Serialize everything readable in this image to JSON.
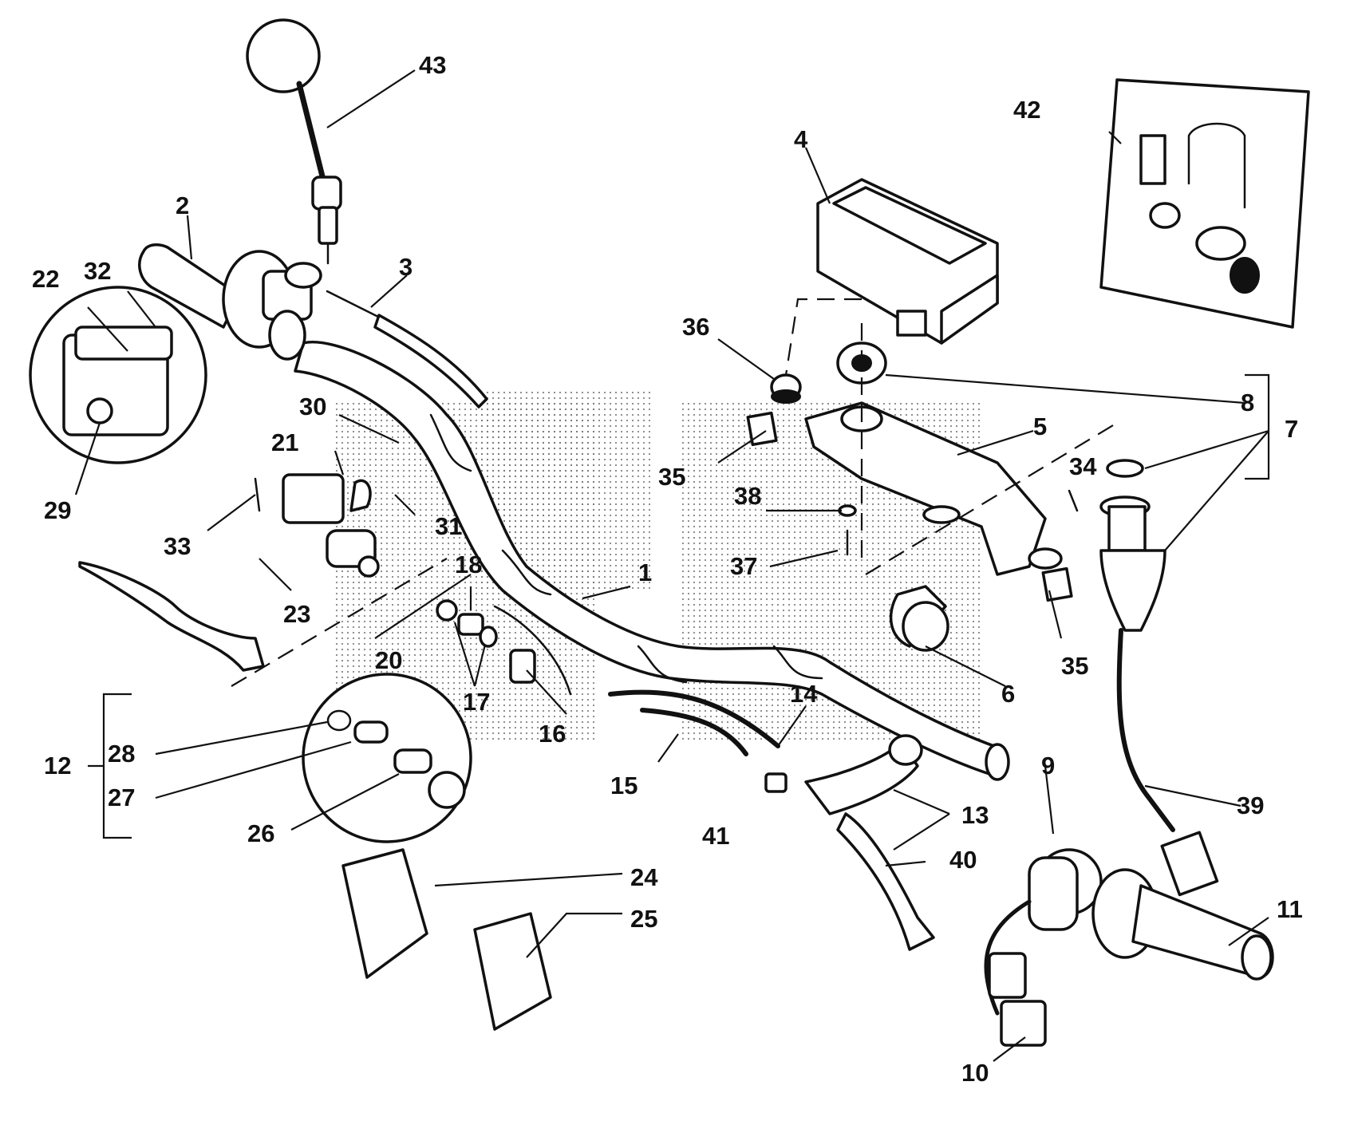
{
  "labels": {
    "l1": "1",
    "l2": "2",
    "l3": "3",
    "l4": "4",
    "l5": "5",
    "l6": "6",
    "l7": "7",
    "l8": "8",
    "l9": "9",
    "l10": "10",
    "l11": "11",
    "l12": "12",
    "l13": "13",
    "l14": "14",
    "l15": "15",
    "l16": "16",
    "l17": "17",
    "l18": "18",
    "l20": "20",
    "l21": "21",
    "l22": "22",
    "l23": "23",
    "l24": "24",
    "l25": "25",
    "l26": "26",
    "l27": "27",
    "l28": "28",
    "l29": "29",
    "l30": "30",
    "l31": "31",
    "l32": "32",
    "l33": "33",
    "l34": "34",
    "l35a": "35",
    "l35b": "35",
    "l36": "36",
    "l37": "37",
    "l38": "38",
    "l39": "39",
    "l40": "40",
    "l41": "41",
    "l42": "42",
    "l43": "43"
  },
  "icons": {
    "handlebar": "handlebar-icon",
    "mirror": "mirror-icon",
    "throttle": "throttle-grip-icon",
    "instrument": "instrument-cluster-icon",
    "ignition": "ignition-switch-icon"
  }
}
